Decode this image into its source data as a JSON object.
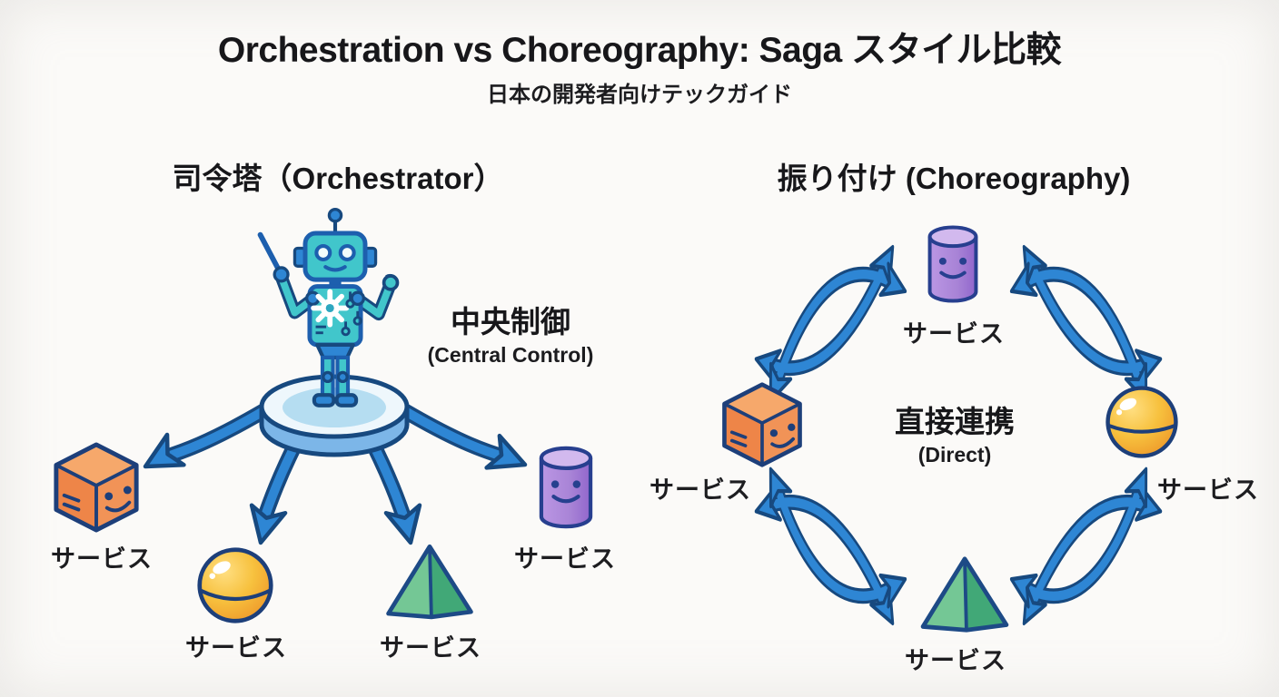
{
  "title": "Orchestration vs Choreography: Saga スタイル比較",
  "subtitle": "日本の開発者向けテックガイド",
  "colors": {
    "background": "#fbfaf8",
    "arrow_blue": "#2e86d4",
    "outline_navy": "#17497f",
    "text": "#1c1c1e",
    "robot_teal": "#41c6cb",
    "cube_orange": "#ee8548",
    "sphere_yellow": "#f7c13e",
    "pyramid_green": "#4fb586",
    "cylinder_purple": "#a883d6",
    "platform_blue": "#b5ddf1"
  },
  "orchestration": {
    "heading": "司令塔（Orchestrator）",
    "annotation": {
      "jp": "中央制御",
      "en": "(Central Control)"
    },
    "services": [
      {
        "shape": "cube",
        "label": "サービス"
      },
      {
        "shape": "sphere",
        "label": "サービス"
      },
      {
        "shape": "pyramid",
        "label": "サービス"
      },
      {
        "shape": "cylinder",
        "label": "サービス"
      }
    ]
  },
  "choreography": {
    "heading": "振り付け (Choreography)",
    "annotation": {
      "jp": "直接連携",
      "en": "(Direct)"
    },
    "services": [
      {
        "shape": "cylinder",
        "position": "top",
        "label": "サービス"
      },
      {
        "shape": "cube",
        "position": "left",
        "label": "サービス"
      },
      {
        "shape": "sphere",
        "position": "right",
        "label": "サービス"
      },
      {
        "shape": "pyramid",
        "position": "bottom",
        "label": "サービス"
      }
    ]
  }
}
